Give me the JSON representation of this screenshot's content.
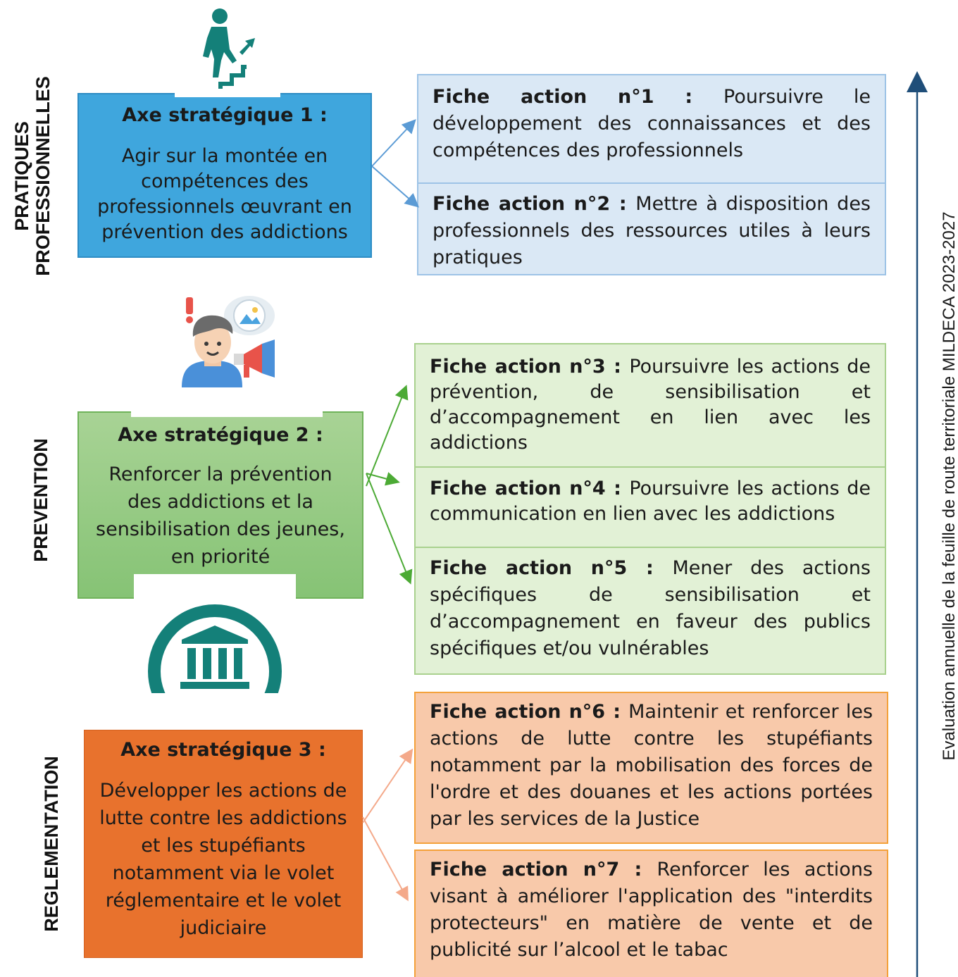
{
  "sections": [
    {
      "label_line1": "PRATIQUES",
      "label_line2": "PROFESSIONNELLES"
    },
    {
      "label_line1": "PREVENTION"
    },
    {
      "label_line1": "REGLEMENTATION"
    }
  ],
  "axes": [
    {
      "title": "Axe stratégique 1 :",
      "text": "Agir sur la montée en compétences des professionnels œuvrant en prévention des addictions",
      "color": "#3fa6dd"
    },
    {
      "title": "Axe stratégique 2 :",
      "text": "Renforcer la prévention des addictions et la sensibilisation des jeunes, en priorité",
      "color": "#8ec97c"
    },
    {
      "title": "Axe stratégique 3 :",
      "text": "Développer les actions de lutte contre les addictions et les stupéfiants notamment via le volet réglementaire et le volet judiciaire",
      "color": "#e8722d"
    }
  ],
  "fiches": [
    {
      "label": "Fiche action n°1",
      "sep": " : ",
      "text": "Poursuivre le développement des connaissances et des compétences des professionnels"
    },
    {
      "label": "Fiche action n°2",
      "sep": " : ",
      "text": "Mettre à disposition des professionnels des ressources utiles à leurs pratiques"
    },
    {
      "label": "Fiche action n°3",
      "sep": " : ",
      "text": "Poursuivre les actions de prévention, de sensibilisation et d’accompagnement en lien avec les addictions"
    },
    {
      "label": "Fiche action n°4",
      "sep": " :  ",
      "text": "Poursuivre les actions de communication en lien avec les addictions"
    },
    {
      "label": "Fiche action n°5",
      "sep": " :  ",
      "text": "Mener des actions spécifiques de sensibilisation et d’accompagnement en faveur des publics spécifiques et/ou vulnérables"
    },
    {
      "label": "Fiche action n°6",
      "sep": " : ",
      "text": "Maintenir et renforcer les actions de lutte contre les stupéfiants notamment par la mobilisation des forces de l'ordre et des douanes et les actions portées par les services de la Justice"
    },
    {
      "label": "Fiche action n°7",
      "sep": " : ",
      "text": "Renforcer les actions visant à améliorer l'application des \"interdits protecteurs\" en matière de vente et de publicité sur l’alcool et le tabac"
    }
  ],
  "evaluation": {
    "text": "Evaluation annuelle de la feuille de route territoriale MILDECA 2023-2027"
  },
  "icons": [
    "climbing-stairs-icon",
    "prevention-speaker-icon",
    "government-building-icon"
  ],
  "colors": {
    "blue_fill": "#dae8f5",
    "blue_border": "#9dc3e6",
    "green_fill": "#e2f1d6",
    "green_border": "#a9d18e",
    "orange_fill": "#f8c9aa",
    "orange_border": "#f4a13a",
    "teal": "#148079",
    "arrow_dark": "#1f4e79"
  }
}
